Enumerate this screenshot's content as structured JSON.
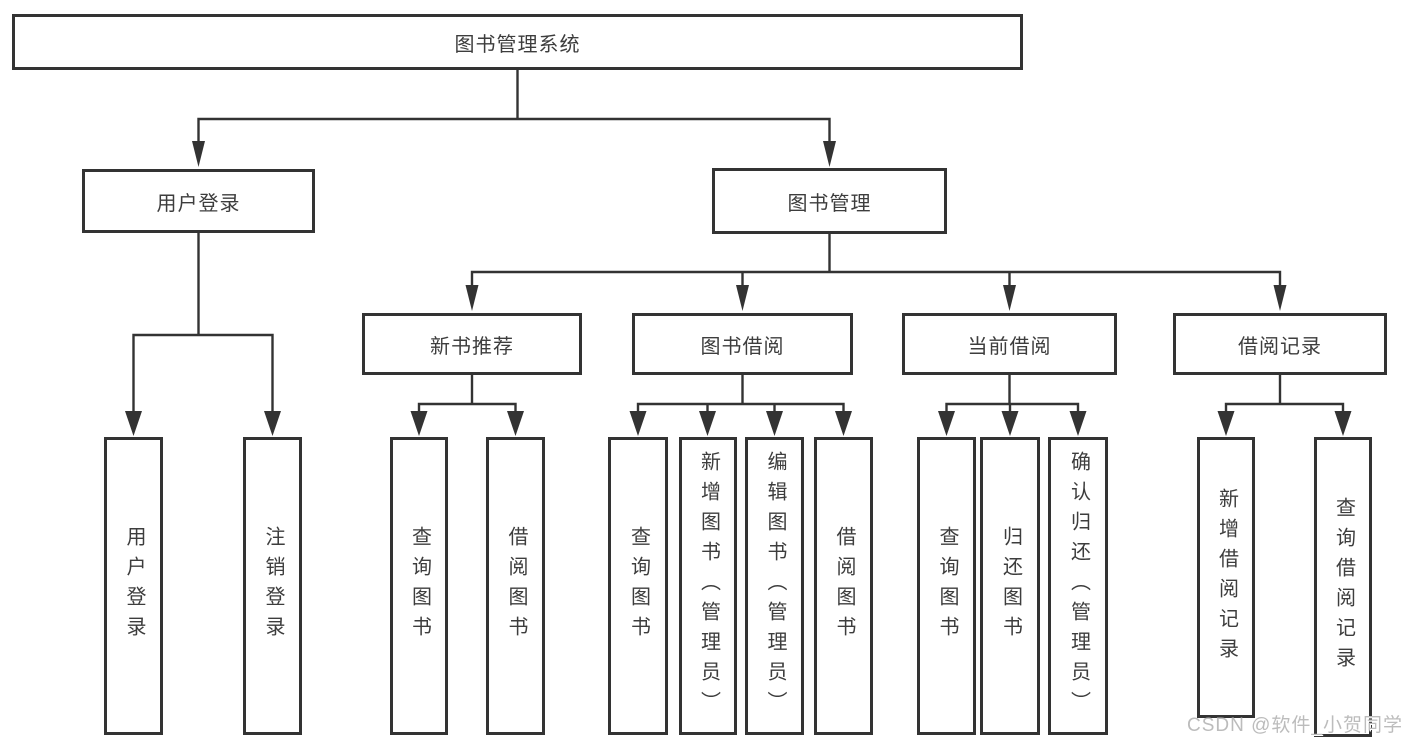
{
  "nodes": {
    "root": "图书管理系统",
    "user_login": "用户登录",
    "book_management": "图书管理",
    "new_book_recommend": "新书推荐",
    "book_borrowing": "图书借阅",
    "current_borrowing": "当前借阅",
    "borrowing_records": "借阅记录",
    "leaf_user_login": "用户登录",
    "leaf_logout": "注销登录",
    "leaf_query_book_recommend": "查询图书",
    "leaf_borrow_book_recommend": "借阅图书",
    "leaf_query_book_borrowing": "查询图书",
    "leaf_add_book_admin": "新增图书（管理员）",
    "leaf_edit_book_admin": "编辑图书（管理员）",
    "leaf_borrow_book_borrowing": "借阅图书",
    "leaf_query_book_current": "查询图书",
    "leaf_return_book": "归还图书",
    "leaf_confirm_return_admin": "确认归还（管理员）",
    "leaf_add_borrow_record": "新增借阅记录",
    "leaf_query_borrow_record": "查询借阅记录"
  },
  "watermark": "CSDN @软件_小贺同学",
  "colors": {
    "line": "#333333",
    "box_border": "#333333",
    "text": "#3d3d3d",
    "watermark": "#bcbcbc",
    "background": "#ffffff"
  }
}
